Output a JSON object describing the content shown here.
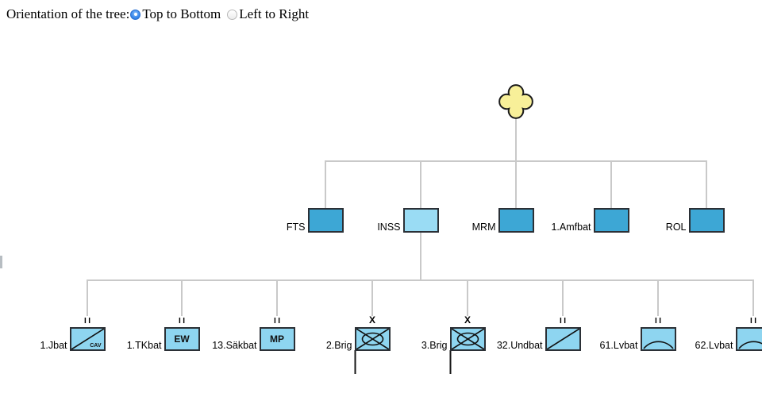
{
  "header": {
    "label": "Orientation of the tree:",
    "options": [
      {
        "label": "Top to Bottom",
        "selected": true
      },
      {
        "label": "Left to Right",
        "selected": false
      }
    ]
  },
  "palette": {
    "node_dark_blue": "#3da7d5",
    "node_light_blue": "#9adcf4",
    "child_blue": "#8ed5f0",
    "root_yellow": "#f8f099",
    "connector_gray": "#c9c9c9",
    "radio_selected_blue": "#2f7de1"
  },
  "tree": {
    "root": {
      "name": "root",
      "shape": "quatrefoil"
    },
    "level1": [
      {
        "label": "FTS"
      },
      {
        "label": "INSS"
      },
      {
        "label": "MRM"
      },
      {
        "label": "1.Amfbat"
      },
      {
        "label": "ROL"
      }
    ],
    "level2_parent": "INSS",
    "level2": [
      {
        "label": "1.Jbat",
        "echelon": "II",
        "symbol": "cavalry-diagonal",
        "symbol_text": "CAV"
      },
      {
        "label": "1.TKbat",
        "echelon": "II",
        "symbol": "text",
        "symbol_text": "EW"
      },
      {
        "label": "13.Säkbat",
        "echelon": "II",
        "symbol": "text",
        "symbol_text": "MP"
      },
      {
        "label": "2.Brig",
        "echelon": "X",
        "symbol": "mech-infantry",
        "symbol_text": ""
      },
      {
        "label": "3.Brig",
        "echelon": "X",
        "symbol": "mech-infantry",
        "symbol_text": ""
      },
      {
        "label": "32.Undbat",
        "echelon": "II",
        "symbol": "diagonal",
        "symbol_text": ""
      },
      {
        "label": "61.Lvbat",
        "echelon": "II",
        "symbol": "air-defense-arc",
        "symbol_text": ""
      },
      {
        "label": "62.Lvbat",
        "echelon": "II",
        "symbol": "air-defense-arc",
        "symbol_text": ""
      }
    ]
  }
}
